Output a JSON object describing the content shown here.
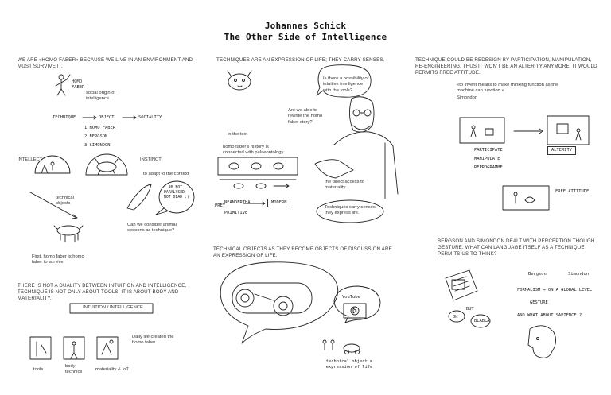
{
  "header": {
    "author": "Johannes Schick",
    "title": "The Other Side of Intelligence"
  },
  "col1": {
    "heading": "WE ARE «HOMO FABER» BECAUSE WE LIVE IN AN ENVIRONMENT AND MUST SURVIVE IT.",
    "homo_faber_sketch_label": "HOMO FABER",
    "social_origin": "social origin of intelligence",
    "chain": {
      "a": "TECHNIQUE",
      "b": "OBJECT",
      "c": "SOCIALITY"
    },
    "list": [
      "1  HOMO FABER",
      "2  BERGSON",
      "3  SIMONDON"
    ],
    "intellect": "INTELLECT",
    "instinct": "INSTINCT",
    "adapt": "to adapt to the context",
    "technical_objects": "technical objects",
    "bubble_text": "I AM NOT PARALYSED NOT DEAD :)",
    "cocoons": "Can we consider animal cocoons as technique?",
    "first": "First, homo faber is homo faber to survive",
    "duality": "THERE IS NOT A DUALITY BETWEEN INTUITION AND INTELLIGENCE. TECHNIQUE IS NOT ONLY ABOUT TOOLS, IT IS ABOUT BODY AND MATERIALITY.",
    "box_label": "INTUITION / INTELLIGENCE",
    "daily_life": "Daily life created the homo faber.",
    "captions": [
      "tools",
      "body technics",
      "materiality & IoT"
    ]
  },
  "col2": {
    "heading": "TECHNIQUES ARE AN EXPRESSION OF LIFE; THEY CARRY SENSES.",
    "q1": "Is there a possibility of intuitive intelligence with the tools?",
    "q2": "Are we able to rewrite the homo faber story?",
    "in_text": "in the text",
    "history": "homo faber's history is connected with palaeontology",
    "direct": "the direct access to materiality",
    "neander": "NEANDERTHAL",
    "modern": "MODERN",
    "primitive": "PRIMITIVE",
    "prey": "PREY",
    "carry": "Techniques carry senses; they express life.",
    "objects_heading": "TECHNICAL OBJECTS AS THEY BECOME OBJECTS OF DISCUSSION ARE AN EXPRESSION OF LIFE.",
    "youtube": "YouTube",
    "caption": "technical object = expression of life"
  },
  "col3": {
    "heading": "TECHNIQUE COULD BE REDESIGN BY PARTICIPATION, MANIPULATION, RE-ENGINEERING. THUS IT WON'T BE AN ALTERITY ANYMORE: IT WOULD PERMITS FREE ATTITUDE.",
    "quote": "«to invent means to make thinking function as the machine can function »",
    "quote_author": "Simondon",
    "participate": "PARTICIPATE",
    "manipulate": "MANIPULATE",
    "reprogramme": "REPROGRAMME",
    "alterity": "ALTERITY",
    "free_attitude": "FREE ATTITUDE",
    "bergson_heading": "BERGSON AND SIMONDON DEALT WITH PERCEPTION THOUGH GESTURE. WHAT CAN LANGUAGE ITSELF AS A TECHNIQUE PERMITS US TO THINK?",
    "bergson": "Bergson",
    "simondon": "Simondon",
    "formalism": "FORMALISM → ON A GLOBAL LEVEL",
    "gesture": "GESTURE",
    "sapience": "AND WHAT ABOUT SAPIENCE ?",
    "ok": "OK",
    "blabla": "BLABLA",
    "but": "BUT"
  }
}
